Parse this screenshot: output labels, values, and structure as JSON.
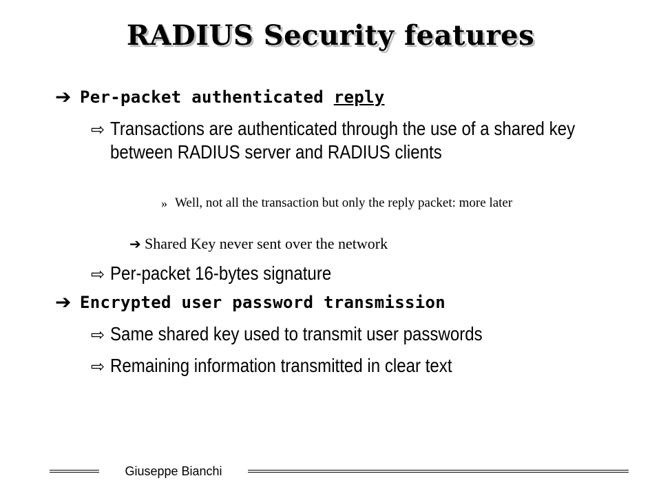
{
  "slide": {
    "title": "RADIUS Security features",
    "bullets": [
      {
        "icon": "arrow-right-bold-icon",
        "text_main": "Per-packet authenticated ",
        "text_underlined": "reply"
      },
      {
        "icon": "hollow-arrow-right-icon",
        "text": "Transactions are authenticated through the use of a shared key between RADIUS server and RADIUS clients"
      },
      {
        "icon": "raquo-icon",
        "text": "Well, not all the transaction but only the reply packet: more later"
      },
      {
        "icon": "arrow-right-icon",
        "text": "Shared Key never sent over the network"
      },
      {
        "icon": "hollow-arrow-right-icon",
        "text": "Per-packet 16-bytes signature"
      },
      {
        "icon": "arrow-right-bold-icon",
        "text": "Encrypted user password transmission"
      },
      {
        "icon": "hollow-arrow-right-icon",
        "text": "Same shared key used to transmit user passwords"
      },
      {
        "icon": "hollow-arrow-right-icon",
        "text": "Remaining information transmitted in clear text"
      }
    ],
    "glyphs": {
      "bold_arrow": "➔",
      "hollow_arrow": "⇨",
      "raquo": "»",
      "thin_arrow": "➔"
    },
    "footer": {
      "author": "Giuseppe Bianchi"
    }
  }
}
